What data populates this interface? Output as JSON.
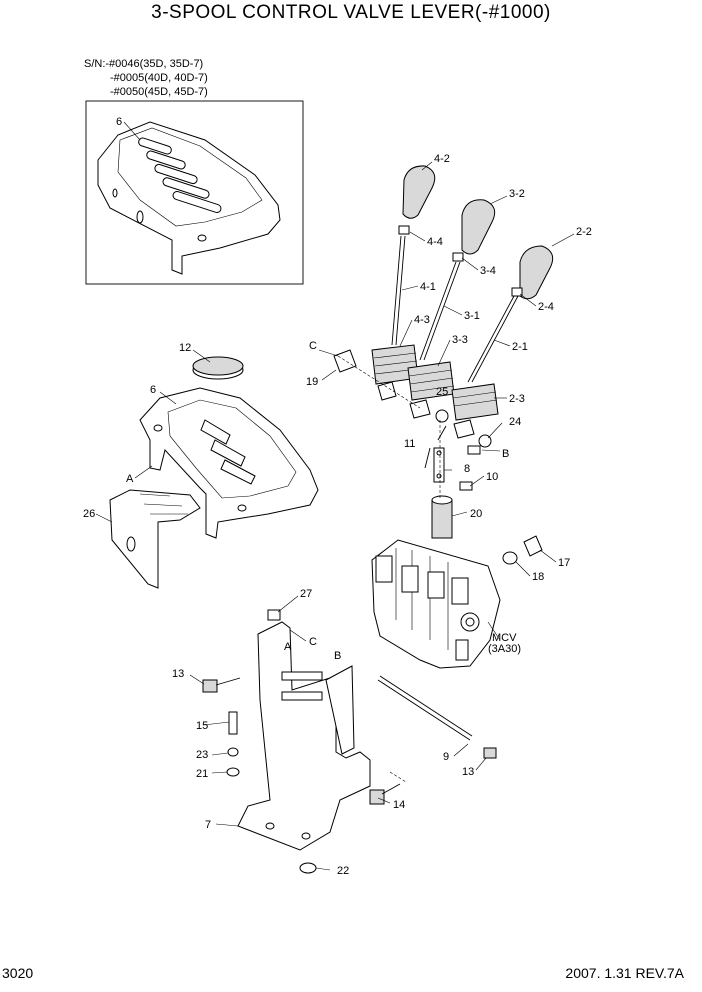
{
  "title": "3-SPOOL CONTROL VALVE LEVER(-#1000)",
  "serials": [
    "S/N:-#0046(35D, 35D-7)",
    "-#0005(40D, 40D-7)",
    "-#0050(45D, 45D-7)"
  ],
  "callouts": {
    "c6_top": "6",
    "c4_2": "4-2",
    "c3_2": "3-2",
    "c2_2": "2-2",
    "c4_4": "4-4",
    "c3_4": "3-4",
    "c2_4": "2-4",
    "c4_1": "4-1",
    "c3_1": "3-1",
    "c2_1": "2-1",
    "c4_3": "4-3",
    "c3_3": "3-3",
    "c2_3": "2-3",
    "cC1": "C",
    "c19": "19",
    "c25": "25",
    "c24": "24",
    "cB1": "B",
    "c11": "11",
    "c8": "8",
    "c10": "10",
    "c20": "20",
    "c12": "12",
    "c6_mid": "6",
    "cA1": "A",
    "c26": "26",
    "c17": "17",
    "c18": "18",
    "mcv1": "MCV",
    "mcv2": "(3A30)",
    "c27": "27",
    "cA2": "A",
    "cC2": "C",
    "cB2": "B",
    "c13a": "13",
    "c15": "15",
    "c23": "23",
    "c21": "21",
    "c9": "9",
    "c13b": "13",
    "c14": "14",
    "c7": "7",
    "c22": "22"
  },
  "footer": {
    "page": "3020",
    "revision": "2007. 1.31 REV.7A"
  }
}
